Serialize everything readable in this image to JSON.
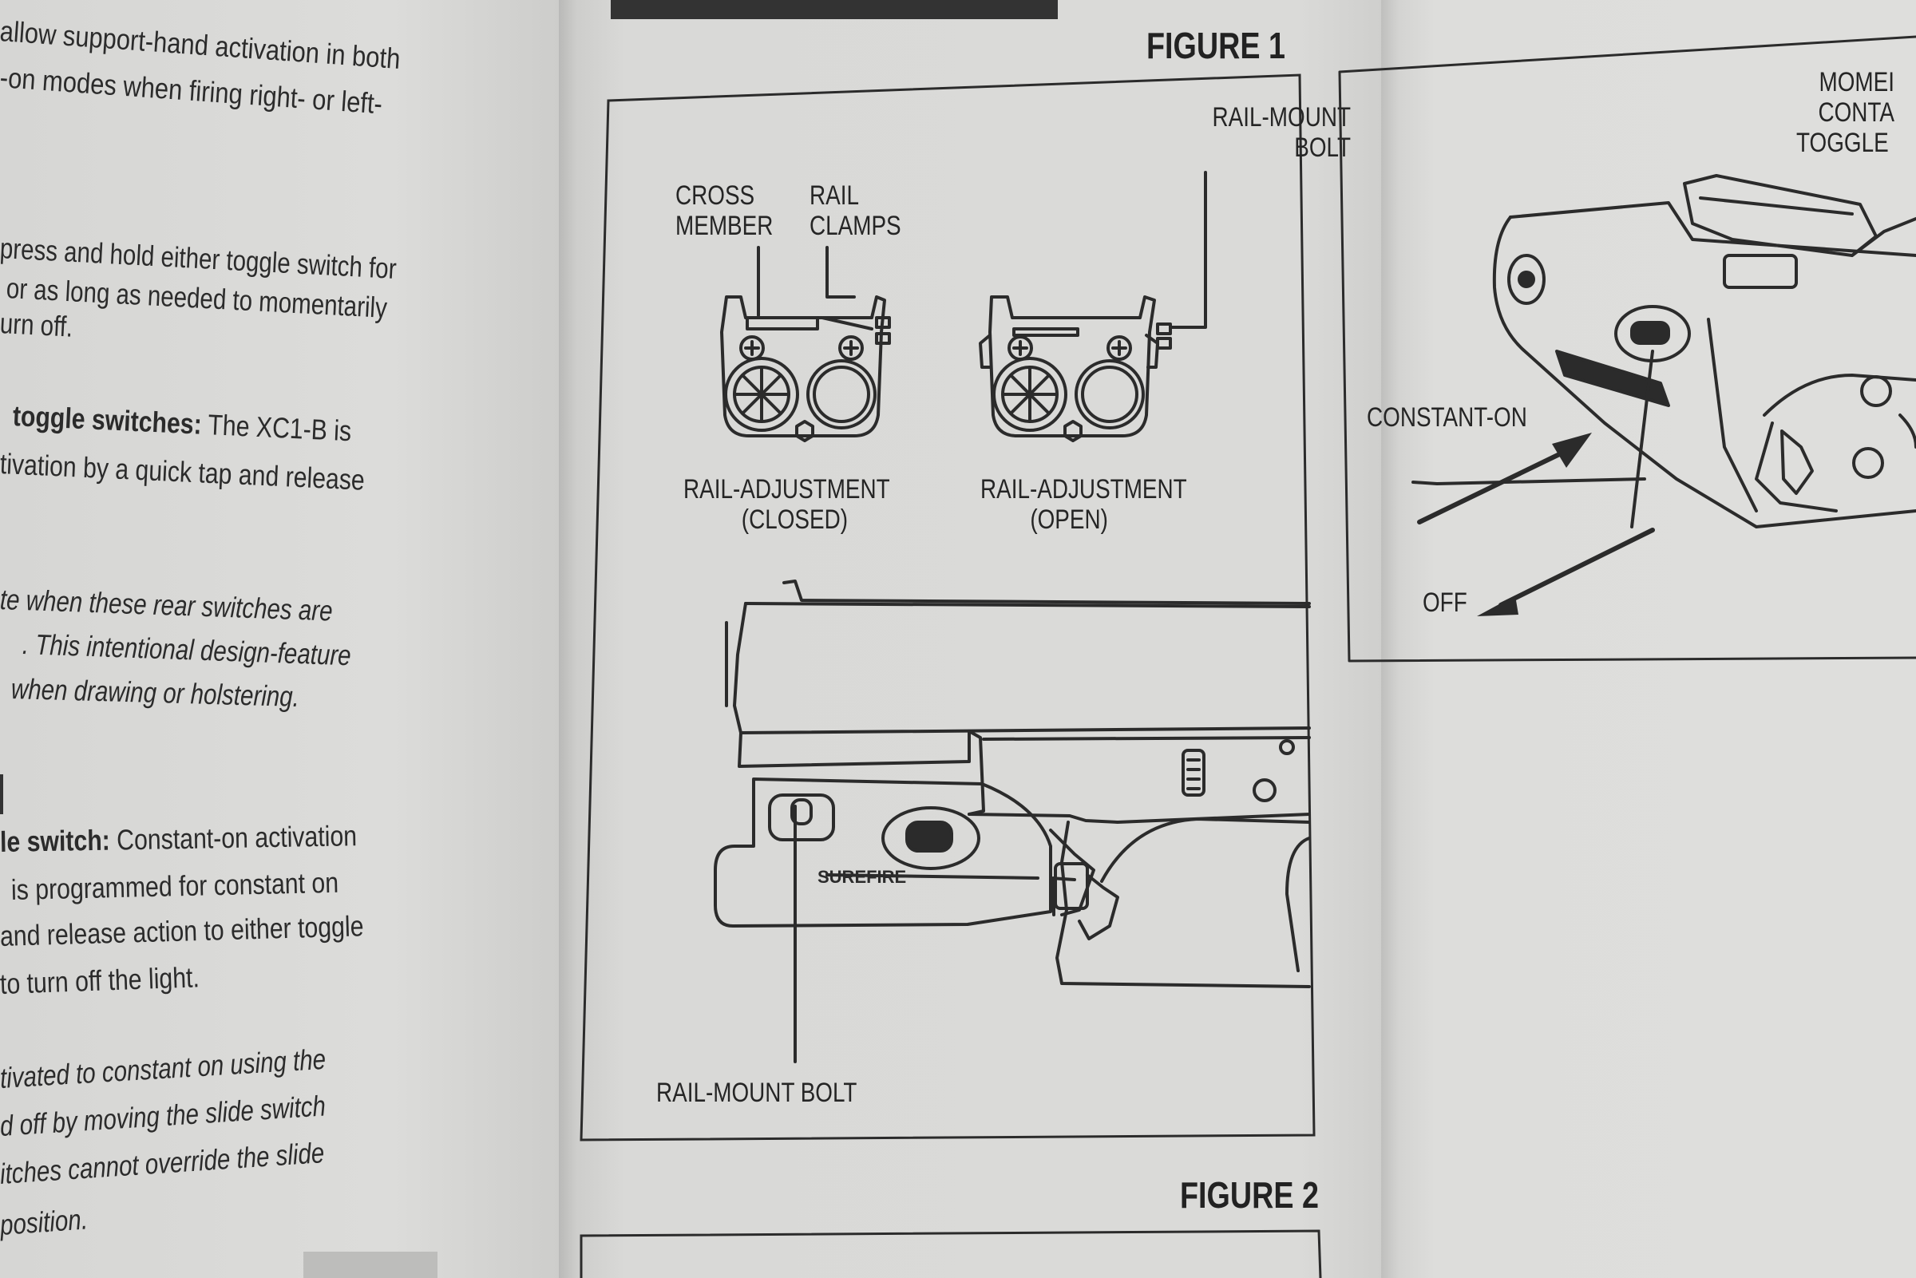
{
  "left_column": {
    "lines": [
      "allow support-hand activation in both",
      "-on modes when firing right- or left-",
      "press and hold either toggle switch for",
      "or as long as needed to momentarily",
      "urn off.",
      "toggle switches:",
      " The XC1-B is",
      "tivation by a quick tap and release",
      "te when these rear switches are",
      ". This intentional design-feature",
      "when drawing or holstering.",
      "le switch:",
      " Constant-on activation",
      "is programmed for constant on",
      "and release action to either toggle",
      "to turn off the light.",
      "tivated to constant on using the",
      "d off by moving the slide switch",
      "itches cannot override the slide",
      "position."
    ]
  },
  "figure1": {
    "title": "FIGURE 1",
    "labels": {
      "rail_mount_bolt_top": [
        "RAIL-MOUNT",
        "BOLT"
      ],
      "cross_member": [
        "CROSS",
        "MEMBER"
      ],
      "rail_clamps": [
        "RAIL",
        "CLAMPS"
      ],
      "closed": [
        "RAIL-ADJUSTMENT",
        "(CLOSED)"
      ],
      "open": [
        "RAIL-ADJUSTMENT",
        "(OPEN)"
      ],
      "rail_mount_bolt_bottom": "RAIL-MOUNT BOLT"
    },
    "brand_mark": "SUREFIRE"
  },
  "figure2": {
    "title": "FIGURE 2"
  },
  "right_figure": {
    "labels": {
      "top_partial": [
        "MOMEI",
        "CONTA",
        "TOGGLE S"
      ],
      "constant_on": "CONSTANT-ON",
      "off": "OFF"
    }
  },
  "colors": {
    "ink": "#2b2b2b",
    "paper": "#dadad8"
  }
}
